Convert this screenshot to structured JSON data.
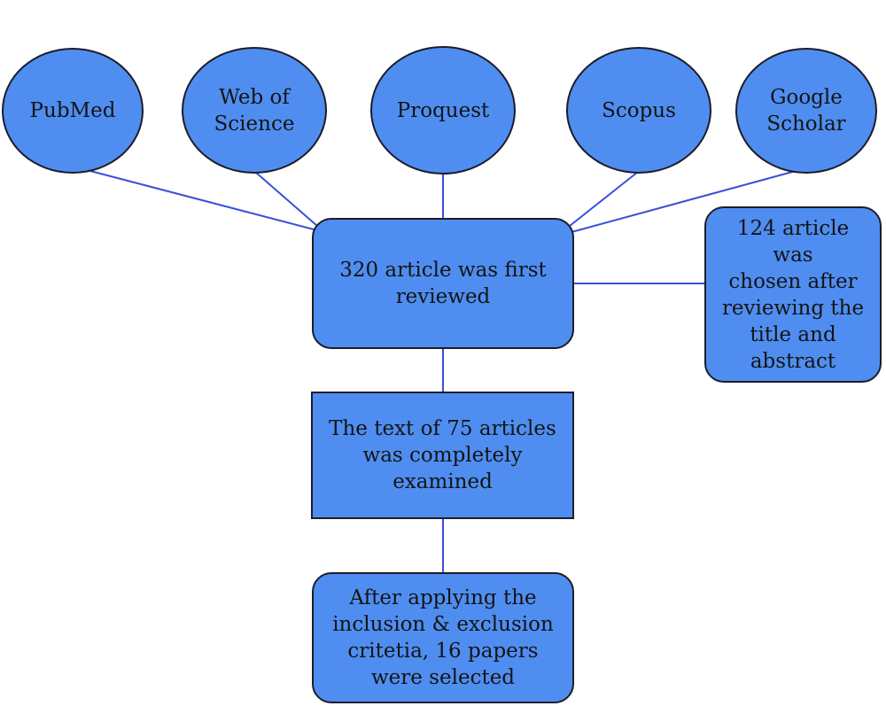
{
  "diagram": {
    "sources": [
      {
        "id": "pubmed",
        "label": "PubMed"
      },
      {
        "id": "wos",
        "label": "Web of\nScience"
      },
      {
        "id": "proquest",
        "label": "Proquest"
      },
      {
        "id": "scopus",
        "label": "Scopus"
      },
      {
        "id": "scholar",
        "label": "Google\nScholar"
      }
    ],
    "first_review": "320 article was first\nreviewed",
    "title_abstract": "124 article was\nchosen after\nreviewing the\ntitle and\nabstract",
    "full_text": "The text of 75 articles\nwas completely\nexamined",
    "selected": "After applying the\ninclusion & exclusion\ncritetia, 16 papers\nwere selected"
  },
  "colors": {
    "node_fill": "#4f8ef0",
    "node_border": "#1c1c2a",
    "connector": "#3a4fd8"
  }
}
